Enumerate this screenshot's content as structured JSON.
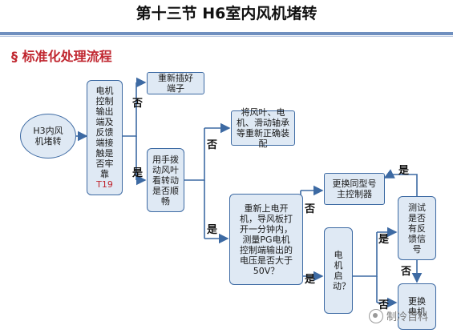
{
  "title": "第十三节  H6室内风机堵转",
  "section": "§ 标准化处理流程",
  "nodes": {
    "start": "H3内风机堵转",
    "check_output_1": "电机控制输出端及反馈端接触是否牢靠",
    "check_output_2": "T19",
    "replug": "重新插好端子",
    "hand_turn": "用手拨动风叶看转动是否顺畅",
    "reassemble": "将风叶、电机、滑动轴承等重新正确装配",
    "power_test": "重新上电开机，导风板打开一分钟内，测量PG电机控制端输出的电压是否大于50V？",
    "replace_controller": "更换同型号主控制器",
    "motor_start": "电机启动？",
    "test_feedback": "测试是否有反馈信号",
    "replace_motor": "更换电机"
  },
  "labels": {
    "no1": "否",
    "yes1": "是",
    "no2": "否",
    "yes2": "是",
    "no3": "否",
    "yes3": "是",
    "yes4": "是",
    "no4": "否",
    "yes5": "是",
    "no5": "否"
  },
  "watermark": "制冷百科",
  "colors": {
    "node_fill": "#dfe9f4",
    "node_border": "#3d6aa3",
    "line": "#3d6aa3",
    "section": "#c0262f",
    "highlight": "#c0262f"
  }
}
